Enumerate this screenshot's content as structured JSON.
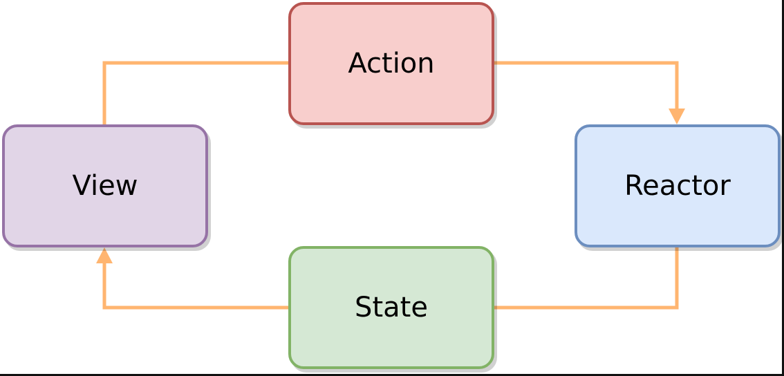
{
  "diagram": {
    "nodes": [
      {
        "id": "action",
        "label": "Action",
        "fill": "#f8cecc",
        "stroke": "#b85450"
      },
      {
        "id": "reactor",
        "label": "Reactor",
        "fill": "#dae8fc",
        "stroke": "#6c8ebf"
      },
      {
        "id": "state",
        "label": "State",
        "fill": "#d5e8d4",
        "stroke": "#82b366"
      },
      {
        "id": "view",
        "label": "View",
        "fill": "#e1d5e7",
        "stroke": "#9673a6"
      }
    ],
    "edges": [
      {
        "from": "action",
        "to": "reactor"
      },
      {
        "from": "reactor",
        "to": "state"
      },
      {
        "from": "state",
        "to": "view"
      },
      {
        "from": "view",
        "to": "action"
      }
    ],
    "connector_color": "#ffb570"
  }
}
